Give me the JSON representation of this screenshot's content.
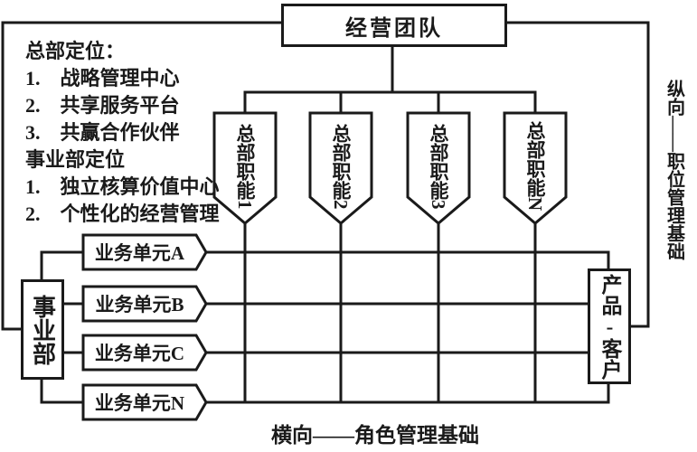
{
  "diagram": {
    "top_box": "经营团队",
    "left_notes": [
      "总部定位：",
      "1.　战略管理中心",
      "2.　共享服务平台",
      "3.　共赢合作伙伴",
      "事业部定位",
      "1.　独立核算价值中心",
      "2.　个性化的经营管理"
    ],
    "hq_functions": [
      "总部职能1",
      "总部职能2",
      "总部职能3",
      "总部职能N"
    ],
    "left_box": "事业部",
    "business_units": [
      "业务单元A",
      "业务单元B",
      "业务单元C",
      "业务单元N"
    ],
    "right_box": "产品-客户",
    "right_caption": "纵向——职位管理基础",
    "bottom_caption": "横向——角色管理基础",
    "colors": {
      "line": "#1a1a1a",
      "background": "#ffffff",
      "text": "#1a1a1a"
    }
  }
}
